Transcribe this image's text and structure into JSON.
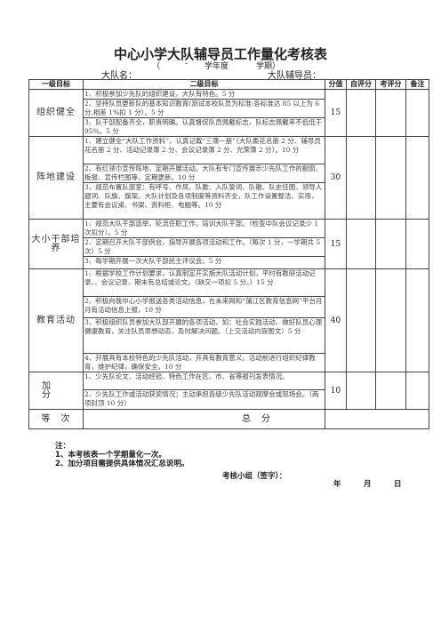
{
  "header": {
    "title": "中心小学大队辅导员工作量化考核表",
    "paren_open": "（",
    "dash": "-",
    "school_year": "学年度",
    "semester": "学期）",
    "brigade_name": "大队名：",
    "counselor": "大队辅导员："
  },
  "table": {
    "columns": [
      "一级目标",
      "二级目标",
      "分值",
      "自评分",
      "考评分",
      "备注"
    ],
    "sections": [
      {
        "category": "组织健全",
        "score": "15",
        "items": [
          "1、积极参加少先队的组织建设，大队有特色。5 分",
          "2、坚持队员更新队的基本知识教育(测试本校队员为标准:各标准达 85 以上为 6 分,相差 1%扣 1 分）。5 分",
          "3、队干部配备齐全，职责明确。认真督促队员佩戴标志，队标志佩戴率不低低于 95%。5 分"
        ]
      },
      {
        "category": "阵地建设",
        "score": "30",
        "items": [
          "1、建立健全“大队工作资料”，认真记载“三簿一册”（大队委花名册 2 分、辅导员花名册 2 分、活动记录簿 2 分、会议记录簿 2 分、光荣簿 2 分）。10 分",
          "2、有红领巾宣传阵地，定期开展活动。大队有专门宣传展示少先队工作的橱窗、板报、宣传栏图等，定期更新。10 分",
          "3、规范布置队部室：有呼号、作风、队歌、入队誓词、队徽、队史挂图、领导人题词、队旗、旗架。大队计划及各项制度等资料齐全，队工作设置整洁、实用，主要有会议桌、书架、资料柜、电脑等。10 分"
        ]
      },
      {
        "category": "大小干部培养",
        "score": "15",
        "items": [
          "1、规范大队干部选举、轮流任职工作，培训大队干部。（检查中队会议记录少 1 次扣分）。5 分",
          "2、定期召开大队干部例会，指导开展各项活动和工作。（每次 1 分，一学期共 5 次）5 分",
          "3、每学期开展一次大队干部民主评议会。5 分"
        ]
      },
      {
        "category": "教育活动",
        "score": "40",
        "items": [
          "1、根据学校工作计划要求，认真制定开实施大队活动计划，平时有教研活动记录、、会议记录、期末有总结或论文。（缺交一项扣 5 分。）15 分",
          "2、积极向我中心小学报送各类活动信息，在未来网和“蒲江区教育信息网”平台月月有活动信息上报，10 分",
          "3、积极组织队员参加大队部开展的各项活动，如：社会实践活动、做好队员心理健康教育，关注队员思想动态，及时解决问题。（上交活动内容图文）5 分",
          "4、开展具有本校特色的少先队活动，开具有教育意义。活动前进行组织纪律教育，维护纪律，确保安全。10 分"
        ]
      },
      {
        "category": "加分",
        "score": "10",
        "items": [
          "1、少先队论文、活动经验、特色工作在区、市、省等报刊发表情况。",
          "2、少先队工作或活动获奖情况；主动承担各级少先队活动观摩会或现场会。（两项封顶 10 分）"
        ]
      }
    ],
    "footer": {
      "grade_label": "等　次",
      "total_label": "总　分"
    }
  },
  "notes": {
    "heading": "注：",
    "line1": "1、本考核表一个学期量化一次。",
    "line2": "2、加分项目需提供具体情况汇总说明。",
    "review": "考核小组（签字）：",
    "year": "年",
    "month": "月",
    "day": "日"
  }
}
